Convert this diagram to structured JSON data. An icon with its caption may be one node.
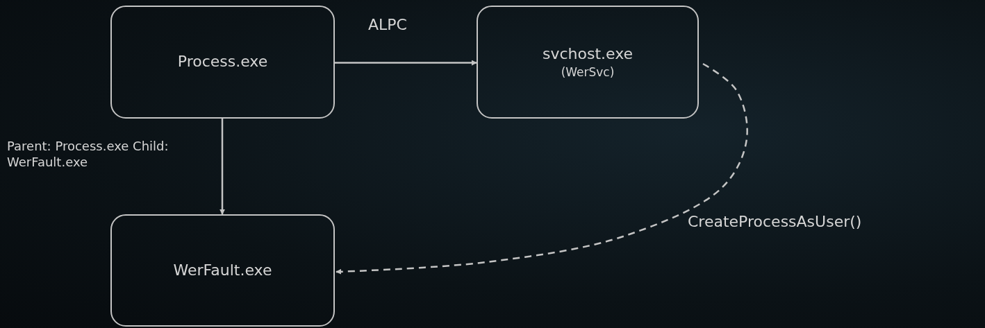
{
  "diagram": {
    "nodes": [
      {
        "text": [
          "Process.exe"
        ]
      },
      {
        "text": [
          "svchost.exe",
          "(WerSvc)"
        ]
      },
      {
        "text": [
          "WerFault.exe"
        ]
      }
    ],
    "edges": [
      {
        "from": 0,
        "to": 1,
        "arrow": "to",
        "label": "ALPC"
      },
      {
        "from": 0,
        "to": 2,
        "arrow": "to",
        "label": "Parent: Process.exe Child: WerFault.exe"
      },
      {
        "from": 1,
        "to": 2,
        "arrow": "to",
        "style": "dashed",
        "label": "CreateProcessAsUser()"
      }
    ]
  }
}
